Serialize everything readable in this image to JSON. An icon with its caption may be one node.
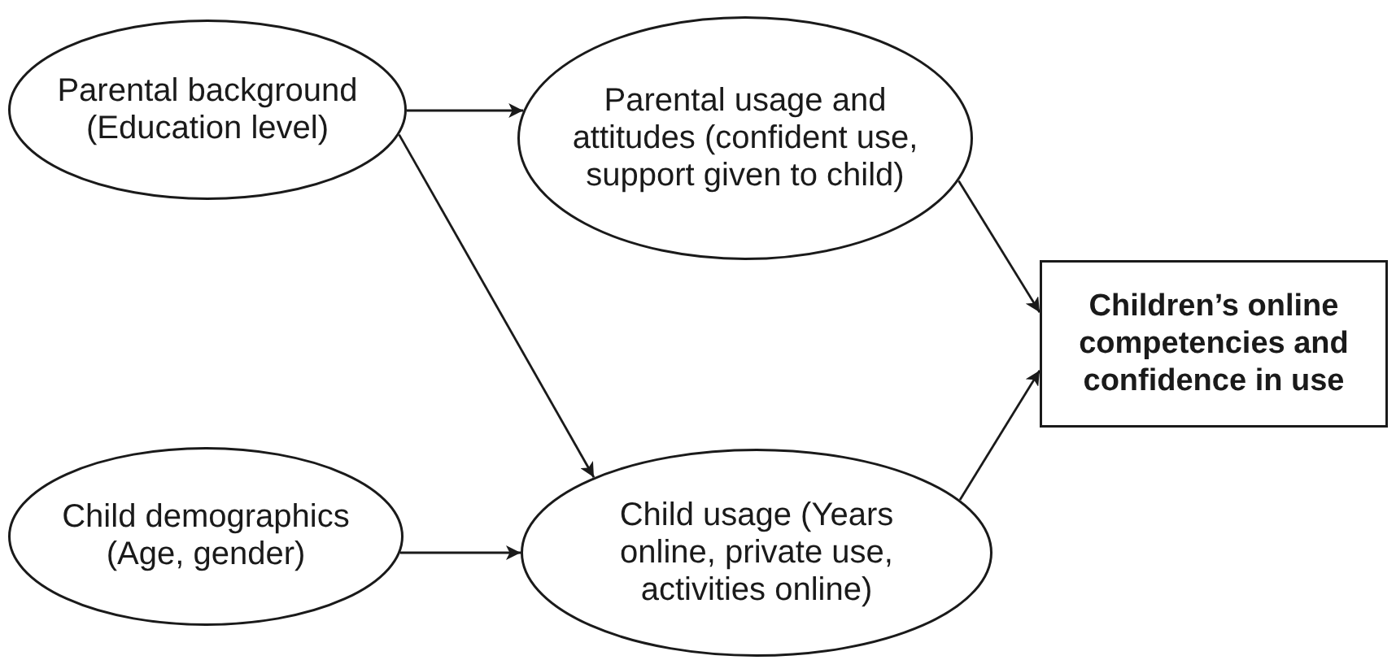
{
  "diagram": {
    "nodes": [
      {
        "text": [
          "Parental background (Education level)"
        ]
      },
      {
        "text": [
          "Parental usage and attitudes (confident use, support given to child)"
        ]
      },
      {
        "text": [
          "Child demographics (Age, gender)"
        ]
      },
      {
        "text": [
          "Child usage (Years online, private use, activities online)"
        ]
      },
      {
        "text": [
          "Children’s online competencies and confidence in use"
        ]
      }
    ],
    "edges": [
      {
        "from": 0,
        "to": 1,
        "arrow": "to"
      },
      {
        "from": 0,
        "to": 3,
        "arrow": "to"
      },
      {
        "from": 2,
        "to": 3,
        "arrow": "to"
      },
      {
        "from": 1,
        "to": 4,
        "arrow": "to"
      },
      {
        "from": 3,
        "to": 4,
        "arrow": "to"
      }
    ]
  }
}
